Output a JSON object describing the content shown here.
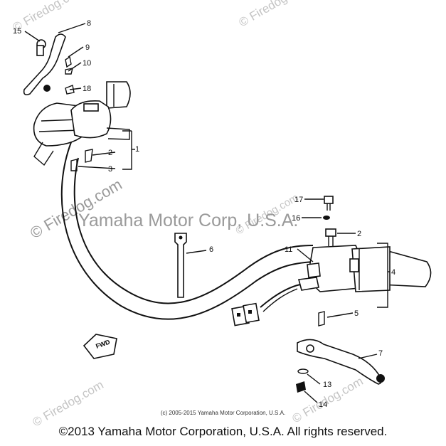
{
  "watermarks": {
    "top_right": "© Firedog.com",
    "top_left": "© Firedog.com",
    "bottom_left": "© Firedog.com",
    "bottom_right": "© Firedog.com",
    "middle_firedog": "© Firedog.com",
    "middle_yamaha": "Yamaha Motor Corp, U.S.A.",
    "middle_small": "© Firedog.com"
  },
  "callouts": {
    "c1": "1",
    "c2a": "2",
    "c2b": "2",
    "c3": "3",
    "c4": "4",
    "c5": "5",
    "c6": "6",
    "c7": "7",
    "c8": "8",
    "c9": "9",
    "c10": "10",
    "c11": "11",
    "c13": "13",
    "c14": "14",
    "c15": "15",
    "c16": "16",
    "c17": "17",
    "c18": "18"
  },
  "fwd_label": "FWD",
  "copyright_inner": "(c) 2005-2015 Yamaha Motor Corporation, U.S.A.",
  "copyright_main": "©2013 Yamaha Motor Corporation, U.S.A. All rights reserved."
}
